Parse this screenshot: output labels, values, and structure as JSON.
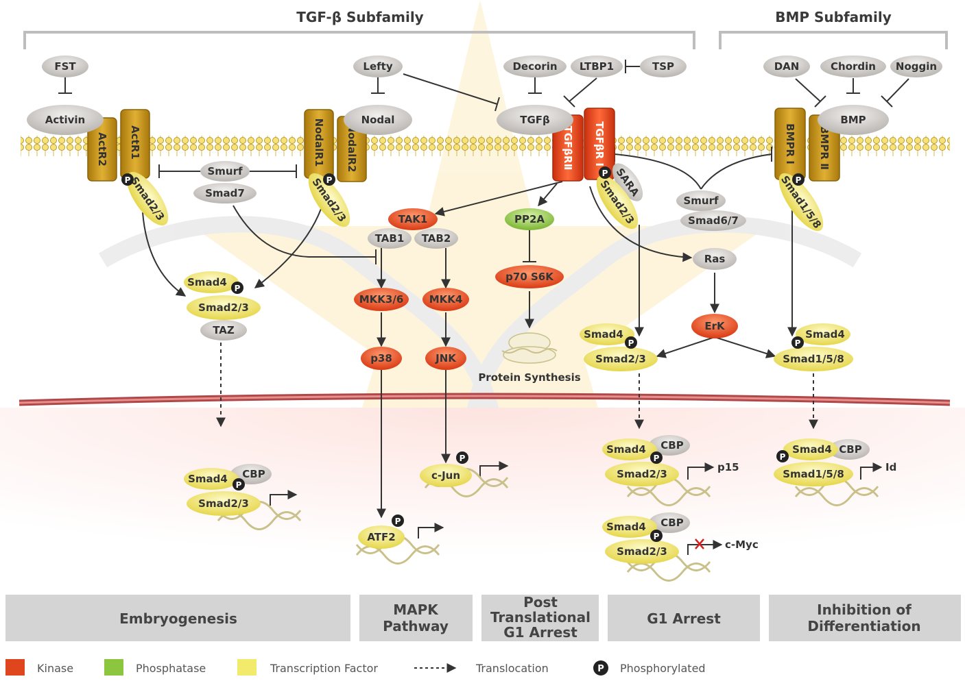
{
  "headers": {
    "tgf": "TGF-β Subfamily",
    "bmp": "BMP Subfamily"
  },
  "ligands": {
    "fst": "FST",
    "activin": "Activin",
    "lefty": "Lefty",
    "nodal": "Nodal",
    "decorin": "Decorin",
    "ltbp1": "LTBP1",
    "tsp": "TSP",
    "tgfb": "TGFβ",
    "dan": "DAN",
    "chordin": "Chordin",
    "noggin": "Noggin",
    "bmp": "BMP"
  },
  "receptors": {
    "actr2": "ActR2",
    "actr1": "ActR1",
    "nodalr1": "NodalR1",
    "nodalr2": "NodalR2",
    "tgfbr2": "TGFβRⅡ",
    "tgfbr1": "TGFβR Ⅰ",
    "bmpr1": "BMPR Ⅰ",
    "bmpr2": "BMPR Ⅱ"
  },
  "proteins": {
    "smurf": "Smurf",
    "smad7": "Smad7",
    "sara": "SARA",
    "smad67": "Smad6/7",
    "smad23": "Smad2/3",
    "smad158": "Smad1/5/8",
    "smad4": "Smad4",
    "taz": "TAZ",
    "tak1": "TAK1",
    "tab1": "TAB1",
    "tab2": "TAB2",
    "mkk36": "MKK3/6",
    "mkk4": "MKK4",
    "p38": "p38",
    "jnk": "JNK",
    "pp2a": "PP2A",
    "p70s6k": "p70 S6K",
    "ras": "Ras",
    "erk": "ErK",
    "cbp": "CBP",
    "cjun": "c-Jun",
    "atf2": "ATF2",
    "p": "P"
  },
  "labels": {
    "protein_synthesis": "Protein Synthesis",
    "p15": "p15",
    "cmyc": "c-Myc",
    "id": "Id"
  },
  "footer": {
    "embryo": "Embryogenesis",
    "mapk1": "MAPK",
    "mapk2": "Pathway",
    "post1": "Post",
    "post2": "Translational",
    "post3": "G1 Arrest",
    "g1": "G1 Arrest",
    "inhib1": "Inhibition of",
    "inhib2": "Differentiation"
  },
  "legend": {
    "kinase": "Kinase",
    "phosphatase": "Phosphatase",
    "tf": "Transcription Factor",
    "translocation": "Translocation",
    "phosphorylated": "Phosphorylated"
  },
  "colors": {
    "kinase": "#e0461e",
    "phosphatase": "#8cc63f",
    "tf": "#f2ea6a",
    "receptor": "#c99416",
    "grey": "#c8c5c2",
    "membrane": "#d6b84a"
  }
}
